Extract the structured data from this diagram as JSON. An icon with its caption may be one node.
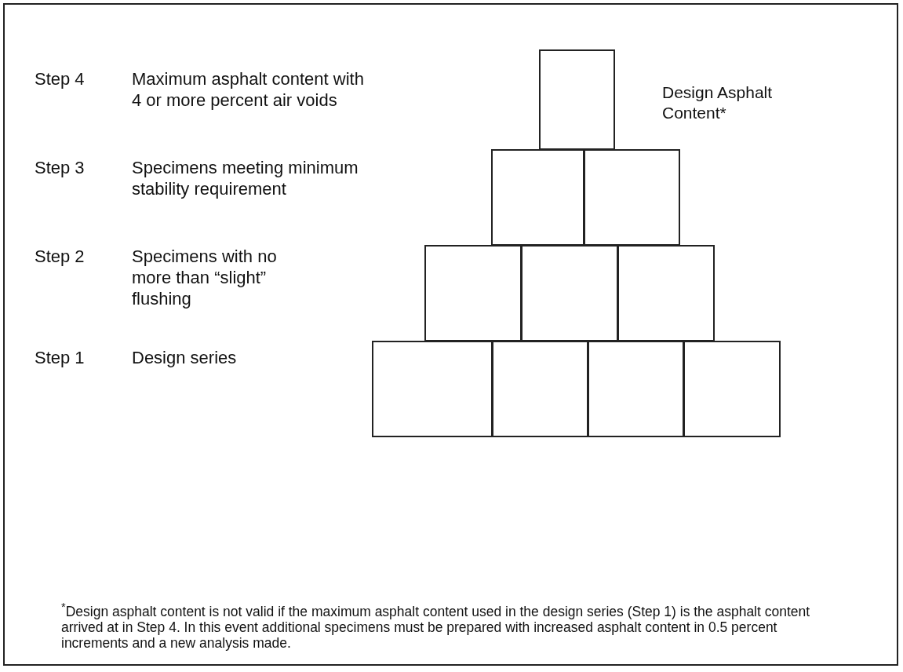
{
  "diagram": {
    "nodes": [
      {
        "text": [],
        "shape": "box",
        "beside": [
          "Design Asphalt Content*"
        ]
      },
      {
        "text": [],
        "shape": "box"
      },
      {
        "text": [],
        "shape": "box"
      },
      {
        "text": [],
        "shape": "box"
      },
      {
        "text": [],
        "shape": "box"
      },
      {
        "text": [],
        "shape": "box"
      },
      {
        "text": [],
        "shape": "box"
      },
      {
        "text": [],
        "shape": "box"
      },
      {
        "text": [],
        "shape": "box"
      },
      {
        "text": [],
        "shape": "box"
      }
    ],
    "edges": [],
    "labels": [
      "Step 4",
      "Maximum asphalt content with 4 or more percent air voids",
      "Step 3",
      "Specimens meeting minimum stability requirement",
      "Step 2",
      "Specimens with no more than “slight” flushing",
      "Step 1",
      "Design series",
      "$^{*}$Design asphalt content is not valid if the maximum asphalt content used in the design series (Step 1) is the asphalt content arrived at in Step 4. In this event additional specimens must be prepared with increased asphalt content in 0.5 percent increments and a new analysis made."
    ]
  }
}
